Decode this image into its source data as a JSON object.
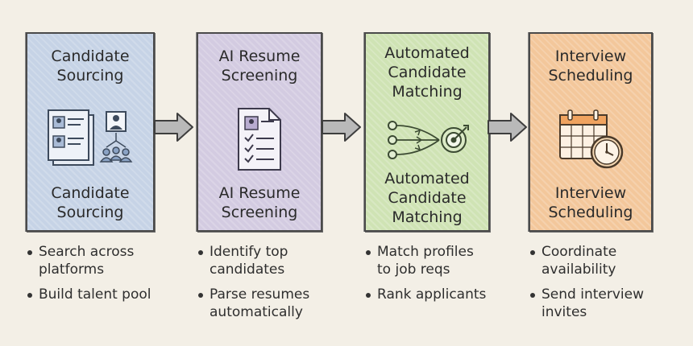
{
  "stages": [
    {
      "title": "Candidate\nSourcing",
      "subtitle": "Candidate\nSourcing",
      "icon": "candidate-profiles-icon",
      "bullets": [
        "Search across\nplatforms",
        "Build talent pool"
      ]
    },
    {
      "title": "AI Resume\nScreening",
      "subtitle": "AI Resume\nScreening",
      "icon": "resume-checklist-icon",
      "bullets": [
        "Identify top\ncandidates",
        "Parse resumes\nautomatically"
      ]
    },
    {
      "title": "Automated\nCandidate\nMatching",
      "subtitle": "Automated\nCandidate\nMatching",
      "icon": "matching-target-icon",
      "bullets": [
        "Match profiles\nto job reqs",
        "Rank applicants"
      ]
    },
    {
      "title": "Interview\nScheduling",
      "subtitle": "Interview\nScheduling",
      "icon": "calendar-clock-icon",
      "bullets": [
        "Coordinate\navailability",
        "Send interview\ninvites"
      ]
    }
  ],
  "colors": {
    "sourcing": "#c6d3e6",
    "screening": "#d3cbe1",
    "matching": "#cfe3b4",
    "scheduling": "#f3c79b",
    "background": "#f3efe6"
  }
}
